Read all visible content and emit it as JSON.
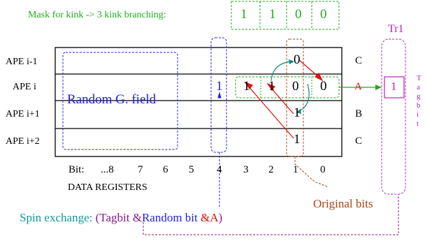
{
  "mask": {
    "label": "Mask for kink -> 3 kink branching:",
    "bits": [
      "1",
      "1",
      "0",
      "0"
    ],
    "color": "#22aa22"
  },
  "rows": [
    "APE i-1",
    "APE i",
    "APE i+1",
    "APE i+2"
  ],
  "row_right_labels": [
    "C",
    "A",
    "B",
    "C"
  ],
  "row_i_bits": [
    "1",
    "1",
    "1",
    "0",
    "0"
  ],
  "column1_bits": [
    "0",
    "1",
    "1"
  ],
  "random_field_label": "Random G. field",
  "bit_axis": {
    "label": "Bit:",
    "ticks": [
      "...8",
      "7",
      "6",
      "5",
      "4",
      "3",
      "2",
      "1",
      "0"
    ]
  },
  "data_registers_label": "DATA REGISTERS",
  "tr1": {
    "label": "Tr1",
    "value": "1",
    "side_text": [
      "T",
      "a",
      "g",
      "b",
      "i",
      "t"
    ]
  },
  "original_bits_label": "Original bits",
  "spin_exchange": {
    "prefix": "Spin exchange:",
    "open": "(",
    "tagbit": "Tagbit",
    "amp1": "&",
    "random_bit": "Random bit",
    "amp2": "&A",
    "close": ")"
  },
  "colors": {
    "green": "#22aa22",
    "blue": "#2222dd",
    "magenta": "#bb22bb",
    "purple": "#8b1a8b",
    "red": "#dd1111",
    "brown": "#aa4411",
    "teal": "#118888",
    "cyan": "#119999"
  }
}
